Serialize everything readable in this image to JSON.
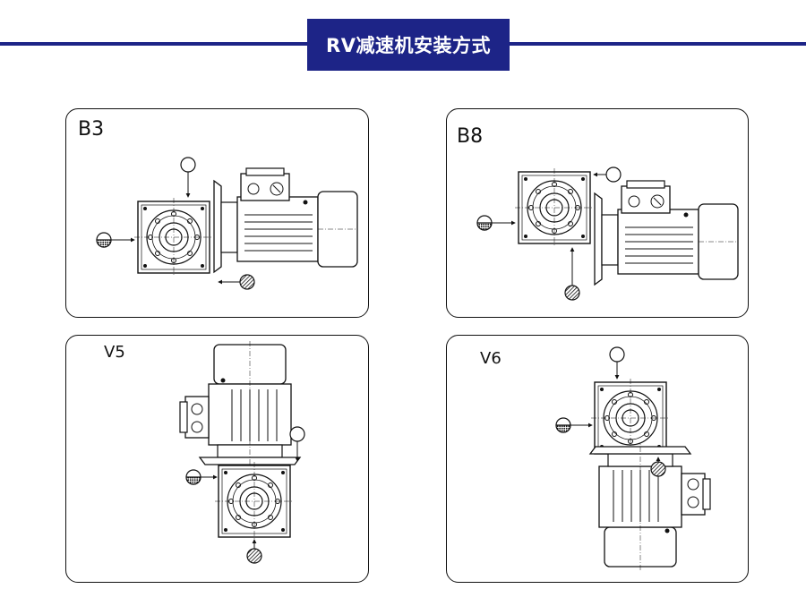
{
  "title": "RV减速机安装方式",
  "colors": {
    "accent": "#1d2487",
    "line": "#111111"
  },
  "panels": [
    {
      "id": "b3",
      "label": "B3"
    },
    {
      "id": "b8",
      "label": "B8"
    },
    {
      "id": "v5",
      "label": "V5"
    },
    {
      "id": "v6",
      "label": "V6"
    }
  ],
  "symbols": {
    "top": "empty-circle-icon",
    "side": "half-filled-circle-icon",
    "bottom": "hatched-circle-icon"
  }
}
